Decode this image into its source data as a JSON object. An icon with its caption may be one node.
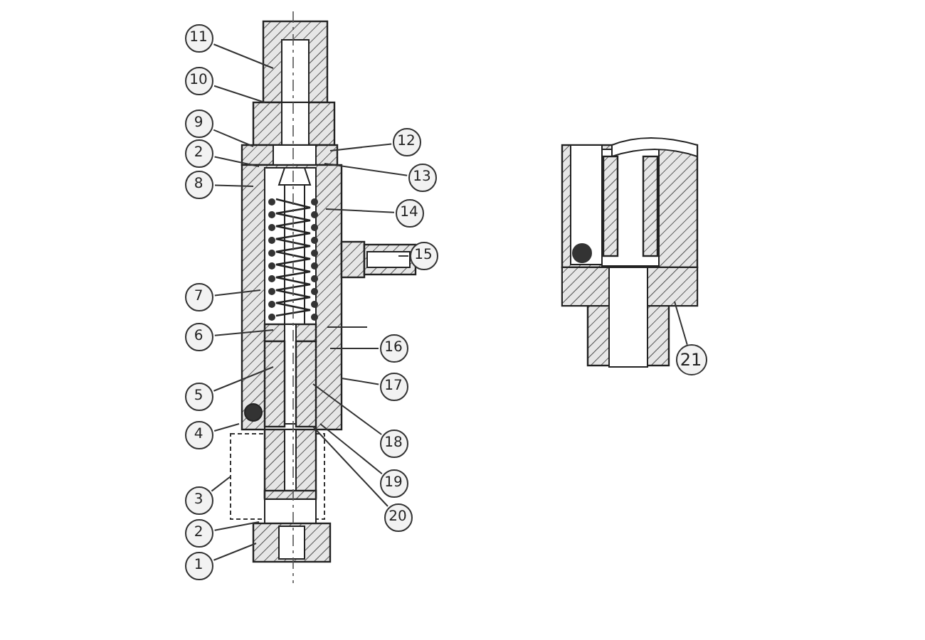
{
  "diagram": {
    "nodes": [
      {
        "text": [
          "11"
        ]
      },
      {
        "text": [
          "10"
        ]
      },
      {
        "text": [
          "9"
        ]
      },
      {
        "text": [
          "2"
        ]
      },
      {
        "text": [
          "8"
        ]
      },
      {
        "text": [
          "7"
        ]
      },
      {
        "text": [
          "6"
        ]
      },
      {
        "text": [
          "5"
        ]
      },
      {
        "text": [
          "4"
        ]
      },
      {
        "text": [
          "3"
        ]
      },
      {
        "text": [
          "2"
        ]
      },
      {
        "text": [
          "1"
        ]
      },
      {
        "text": [
          "12"
        ]
      },
      {
        "text": [
          "13"
        ]
      },
      {
        "text": [
          "14"
        ]
      },
      {
        "text": [
          "15"
        ]
      },
      {
        "text": [
          "16"
        ]
      },
      {
        "text": [
          "17"
        ]
      },
      {
        "text": [
          "18"
        ]
      },
      {
        "text": [
          "19"
        ]
      },
      {
        "text": [
          "20"
        ]
      },
      {
        "text": [
          "21"
        ]
      }
    ],
    "edges": [
      {
        "from": 0,
        "to": null,
        "arrow": "none"
      },
      {
        "from": 1,
        "to": null,
        "arrow": "none"
      },
      {
        "from": 2,
        "to": null,
        "arrow": "none"
      },
      {
        "from": 3,
        "to": null,
        "arrow": "none"
      },
      {
        "from": 4,
        "to": null,
        "arrow": "none"
      },
      {
        "from": 5,
        "to": null,
        "arrow": "none"
      },
      {
        "from": 6,
        "to": null,
        "arrow": "none"
      },
      {
        "from": 7,
        "to": null,
        "arrow": "none"
      },
      {
        "from": 8,
        "to": null,
        "arrow": "none"
      },
      {
        "from": 9,
        "to": null,
        "arrow": "none"
      },
      {
        "from": 10,
        "to": null,
        "arrow": "none"
      },
      {
        "from": 11,
        "to": null,
        "arrow": "none"
      },
      {
        "from": 12,
        "to": null,
        "arrow": "none"
      },
      {
        "from": 13,
        "to": null,
        "arrow": "none"
      },
      {
        "from": 14,
        "to": null,
        "arrow": "none"
      },
      {
        "from": 15,
        "to": null,
        "arrow": "none"
      },
      {
        "from": 16,
        "to": null,
        "arrow": "none"
      },
      {
        "from": 17,
        "to": null,
        "arrow": "none"
      },
      {
        "from": 18,
        "to": null,
        "arrow": "none"
      },
      {
        "from": 19,
        "to": null,
        "arrow": "none"
      },
      {
        "from": 20,
        "to": null,
        "arrow": "none"
      },
      {
        "from": 21,
        "to": null,
        "arrow": "none"
      }
    ]
  }
}
